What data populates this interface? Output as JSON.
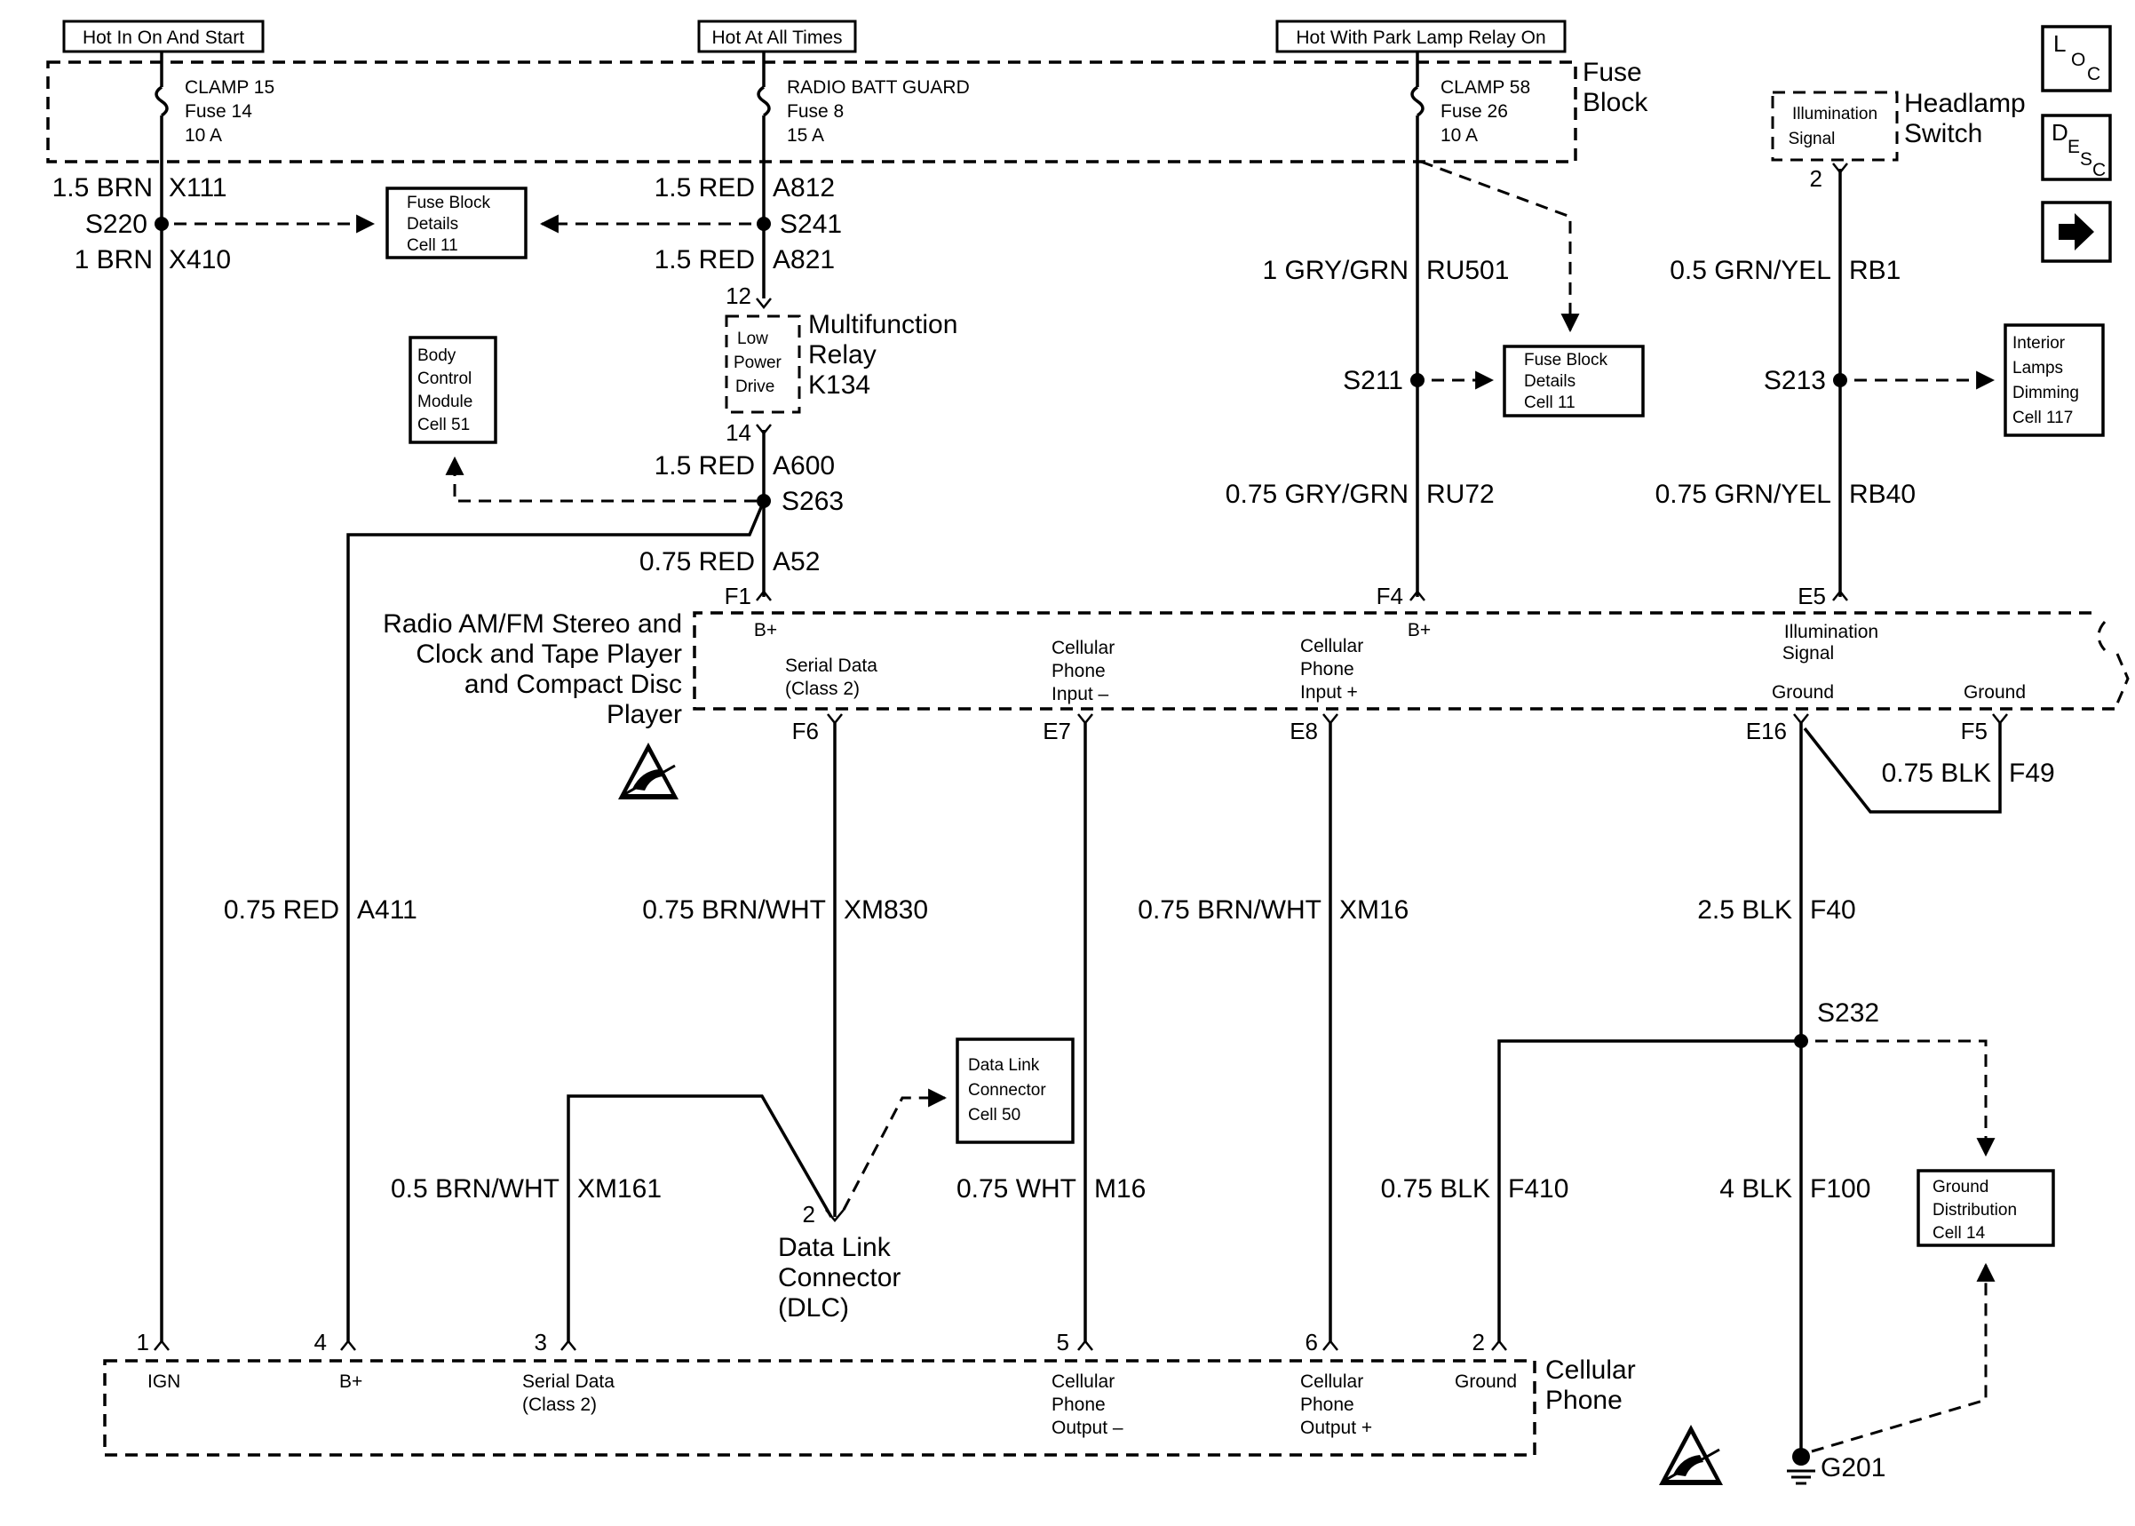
{
  "headers": {
    "ign": "Hot In On And Start",
    "batt": "Hot At All Times",
    "park": "Hot With Park Lamp Relay On"
  },
  "fuse_block": {
    "title_1": "Fuse",
    "title_2": "Block",
    "fuse_15": [
      "CLAMP 15",
      "Fuse 14",
      "10 A"
    ],
    "fuse_8": [
      "RADIO BATT GUARD",
      "Fuse 8",
      "15 A"
    ],
    "fuse_26": [
      "CLAMP 58",
      "Fuse 26",
      "10 A"
    ]
  },
  "headlamp_switch": {
    "title_1": "Headlamp",
    "title_2": "Switch",
    "signal": [
      "Illumination",
      "Signal"
    ],
    "pin": "2"
  },
  "nav_icons": {
    "loc": [
      "L",
      "O",
      "C"
    ],
    "desc": [
      "D",
      "E",
      "S",
      "C"
    ],
    "next": "arrow-right-icon"
  },
  "wires": {
    "x111": [
      "1.5 BRN",
      "X111"
    ],
    "x410": [
      "1 BRN",
      "X410"
    ],
    "a812": [
      "1.5 RED",
      "A812"
    ],
    "a821": [
      "1.5 RED",
      "A821"
    ],
    "a600": [
      "1.5 RED",
      "A600"
    ],
    "a52": [
      "0.75 RED",
      "A52"
    ],
    "a411": [
      "0.75 RED",
      "A411"
    ],
    "ru501": [
      "1 GRY/GRN",
      "RU501"
    ],
    "ru72": [
      "0.75 GRY/GRN",
      "RU72"
    ],
    "rb1": [
      "0.5 GRN/YEL",
      "RB1"
    ],
    "rb40": [
      "0.75 GRN/YEL",
      "RB40"
    ],
    "xm830": [
      "0.75 BRN/WHT",
      "XM830"
    ],
    "xm16": [
      "0.75 BRN/WHT",
      "XM16"
    ],
    "xm161": [
      "0.5 BRN/WHT",
      "XM161"
    ],
    "m16": [
      "0.75 WHT",
      "M16"
    ],
    "f49": [
      "0.75 BLK",
      "F49"
    ],
    "f40": [
      "2.5 BLK",
      "F40"
    ],
    "f410": [
      "0.75 BLK",
      "F410"
    ],
    "f100": [
      "4 BLK",
      "F100"
    ]
  },
  "splices": {
    "s220": "S220",
    "s241": "S241",
    "s263": "S263",
    "s211": "S211",
    "s213": "S213",
    "s232": "S232",
    "g201": "G201"
  },
  "ref_boxes": {
    "fbd_left": [
      "Fuse Block",
      "Details",
      "Cell 11"
    ],
    "fbd_right": [
      "Fuse Block",
      "Details",
      "Cell 11"
    ],
    "bcm": [
      "Body",
      "Control",
      "Module",
      "Cell 51"
    ],
    "interior": [
      "Interior",
      "Lamps",
      "Dimming",
      "Cell 117"
    ],
    "dlc_cell": [
      "Data Link",
      "Connector",
      "Cell 50"
    ],
    "ground_dist": [
      "Ground",
      "Distribution",
      "Cell 14"
    ]
  },
  "relay": {
    "inner": [
      "Low",
      "Power",
      "Drive"
    ],
    "title": [
      "Multifunction",
      "Relay",
      "K134"
    ],
    "pin_top": "12",
    "pin_bottom": "14"
  },
  "radio": {
    "title": [
      "Radio AM/FM Stereo and",
      "Clock and Tape Player",
      "and Compact Disc",
      "Player"
    ],
    "pins": {
      "f1": "F1",
      "f4": "F4",
      "e5": "E5",
      "f6": "F6",
      "e7": "E7",
      "e8": "E8",
      "e16": "E16",
      "f5": "F5"
    },
    "labels": {
      "bplus1": "B+",
      "bplus2": "B+",
      "illum": [
        "Illumination",
        "Signal"
      ],
      "serial": [
        "Serial Data",
        "(Class 2)"
      ],
      "cell_in_minus": [
        "Cellular",
        "Phone",
        "Input –"
      ],
      "cell_in_plus": [
        "Cellular",
        "Phone",
        "Input +"
      ],
      "ground1": "Ground",
      "ground2": "Ground"
    }
  },
  "dlc": {
    "pin": "2",
    "title": [
      "Data Link",
      "Connector",
      "(DLC)"
    ]
  },
  "cellular_phone": {
    "title": [
      "Cellular",
      "Phone"
    ],
    "pins": [
      "1",
      "4",
      "3",
      "5",
      "6",
      "2"
    ],
    "labels": {
      "ign": "IGN",
      "bplus": "B+",
      "serial": [
        "Serial Data",
        "(Class 2)"
      ],
      "out_minus": [
        "Cellular",
        "Phone",
        "Output –"
      ],
      "out_plus": [
        "Cellular",
        "Phone",
        "Output +"
      ],
      "ground": "Ground"
    }
  }
}
